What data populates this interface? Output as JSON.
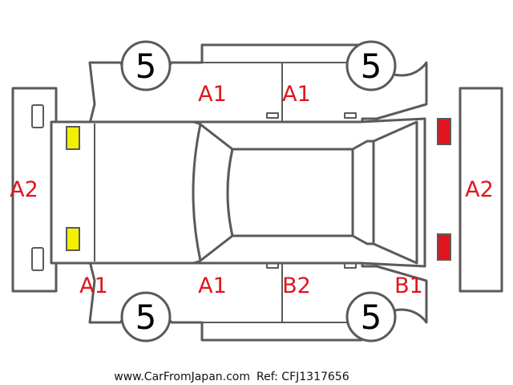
{
  "colors": {
    "outline": "#5a5a5a",
    "damage_text": "#e0141e",
    "front_light": "#f2ef00",
    "rear_light": "#e0141e"
  },
  "tires": {
    "front_left": "5",
    "rear_left": "5",
    "front_right": "5",
    "rear_right": "5"
  },
  "damage": {
    "front_bumper": "A2",
    "rear_bumper": "A2",
    "left_front_door": "A1",
    "left_rear_door": "A1",
    "right_front_door": "A1",
    "right_rear_door": "B2",
    "front_right_corner": "A1",
    "rear_right_quarter": "B1"
  },
  "footer": {
    "site": "www.CarFromJapan.com",
    "ref": "Ref: CFJ1317656"
  }
}
